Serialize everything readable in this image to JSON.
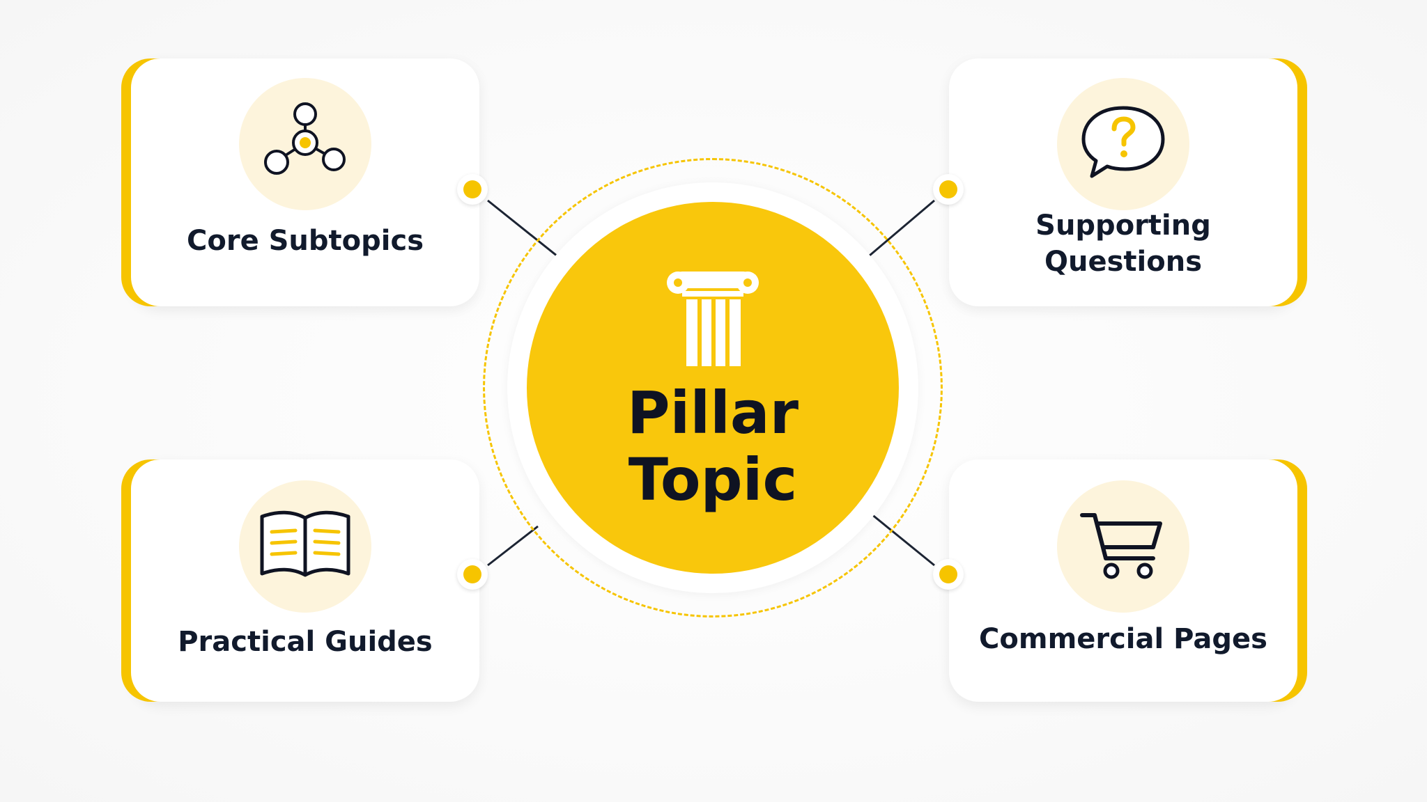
{
  "center": {
    "title": "Pillar\nTopic",
    "icon": "pillar-column-icon"
  },
  "nodes": [
    {
      "id": "core",
      "label": "Core Subtopics",
      "icon": "network-nodes-icon"
    },
    {
      "id": "supporting",
      "label": "Supporting\nQuestions",
      "icon": "question-bubble-icon"
    },
    {
      "id": "guides",
      "label": "Practical Guides",
      "icon": "open-book-icon"
    },
    {
      "id": "commercial",
      "label": "Commercial Pages",
      "icon": "shopping-cart-icon"
    }
  ],
  "colors": {
    "accent": "#f6c400",
    "center_fill": "#f9c70c",
    "icon_bg": "#fdf4dc",
    "text": "#111a2c",
    "line": "#1c2433"
  }
}
